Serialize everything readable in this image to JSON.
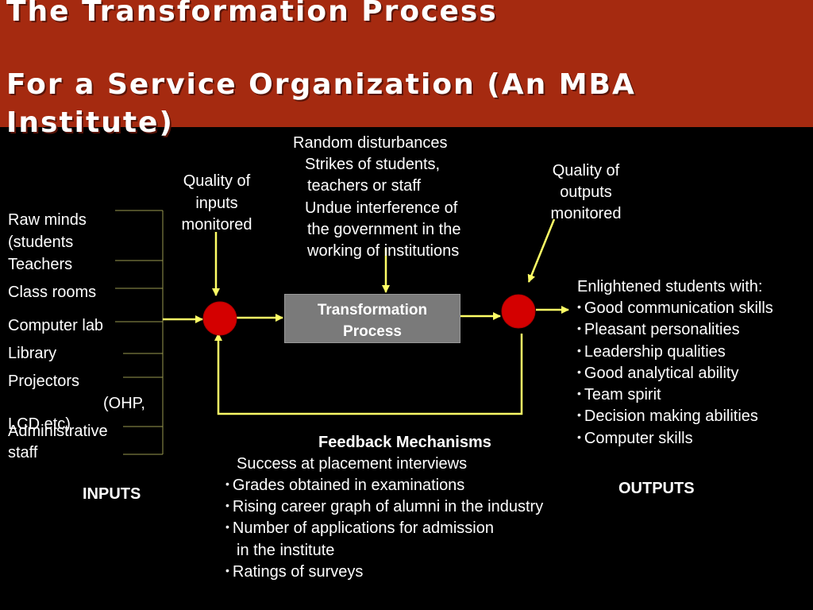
{
  "title": {
    "line1": "The Transformation Process",
    "line2": "For a Service Organization (An MBA",
    "line3": "Institute)"
  },
  "inputs": {
    "items": [
      "Raw minds",
      "(students",
      "Teachers",
      "Class rooms",
      "Computer lab",
      "Library",
      "Projectors",
      "(OHP,",
      "LCD etc)",
      "Administrative",
      "staff"
    ],
    "heading": "INPUTS"
  },
  "quality_inputs": [
    "Quality of",
    "inputs",
    "monitored"
  ],
  "disturbances": [
    "Random disturbances",
    "Strikes of students,",
    "teachers or staff",
    "Undue interference of",
    "the government in the",
    "working of institutions"
  ],
  "quality_outputs": [
    "Quality of",
    "outputs",
    "monitored"
  ],
  "process": {
    "line1": "Transformation",
    "line2": "Process"
  },
  "outputs": {
    "intro": "Enlightened students with:",
    "items": [
      "Good communication skills",
      "Pleasant personalities",
      "Leadership qualities",
      "Good analytical ability",
      "Team spirit",
      "Decision making abilities",
      "Computer skills"
    ],
    "heading": "OUTPUTS"
  },
  "feedback": {
    "heading": "Feedback Mechanisms",
    "first": "Success at placement interviews",
    "items": [
      "Grades obtained in examinations",
      "Rising career graph of alumni in the industry",
      "Number of applications for admission"
    ],
    "continuation": "in the institute",
    "last": "Ratings of surveys"
  },
  "colors": {
    "banner": "#a52a10",
    "node": "#d40000",
    "arrow": "#ffff66",
    "box": "#7a7a7a"
  }
}
